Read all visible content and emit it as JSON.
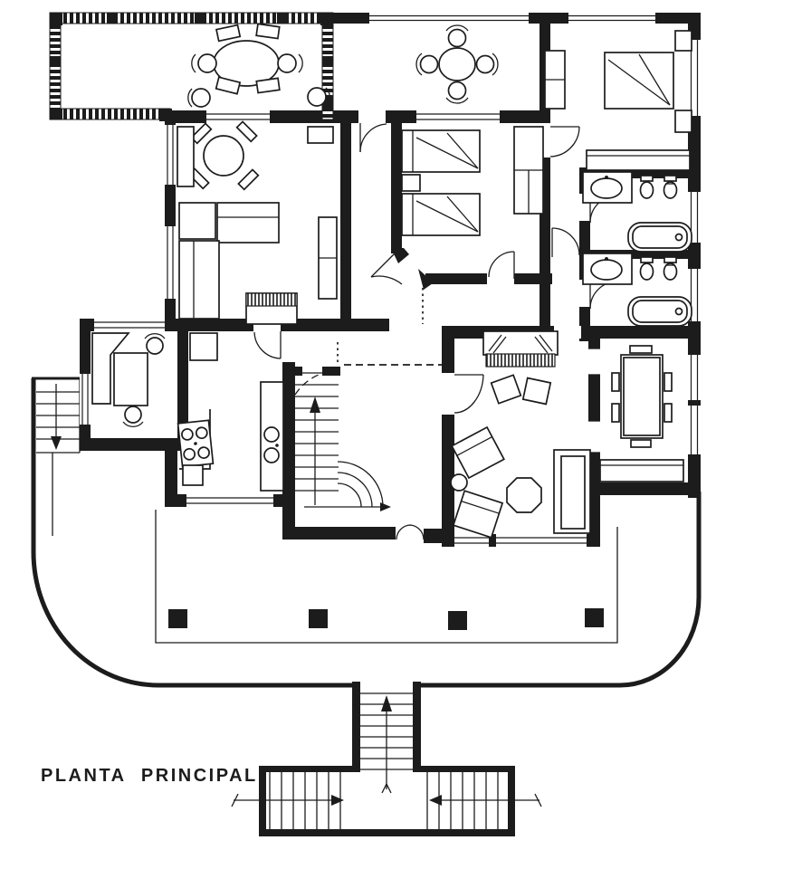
{
  "title": {
    "label": "PLANTA PRINCIPAL"
  },
  "colors": {
    "ink": "#1c1c1c",
    "paper": "#ffffff"
  },
  "drawing": {
    "type": "architectural-floor-plan",
    "floor_label": "PLANTA PRINCIPAL",
    "stair_arrows": {
      "main_interior_stair": "up",
      "exterior_side_stair": "down",
      "entry_center_stair": "up",
      "entry_left_flight": "toward-center",
      "entry_right_flight": "toward-center"
    },
    "fixture_symbols": [
      "round-dining-table-six-chairs",
      "round-breakfast-table-four-chairs",
      "double-bed-with-nightstands",
      "wardrobe",
      "dresser",
      "twin-beds-with-nightstand",
      "bathroom-sink",
      "toilet",
      "bidet",
      "bathtub",
      "round-table-four-chairs",
      "l-shaped-sofa",
      "bench",
      "desk-with-chairs",
      "kitchen-stove-four-burners",
      "kitchen-double-sink",
      "refrigerator",
      "fireplace",
      "armchair",
      "cushion-chair",
      "octagonal-side-table",
      "sofa",
      "rectangular-dining-table-six-chairs",
      "sideboard",
      "terrace-columns",
      "stair-up-arrow",
      "stair-down-arrow"
    ]
  }
}
